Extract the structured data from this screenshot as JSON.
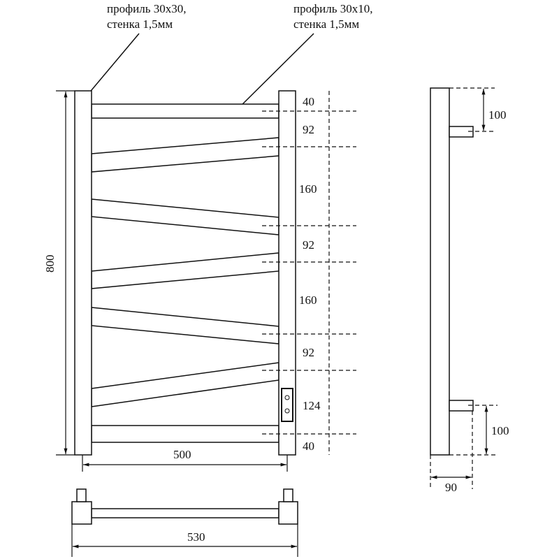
{
  "labels": {
    "profile_post_line1": "профиль 30х30,",
    "profile_post_line2": "стенка 1,5мм",
    "profile_rail_line1": "профиль 30х10,",
    "profile_rail_line2": "стенка 1,5мм"
  },
  "front_view": {
    "height_label": "800",
    "width_label": "500",
    "spacing_labels": [
      "40",
      "92",
      "160",
      "92",
      "160",
      "92",
      "124",
      "40"
    ]
  },
  "side_view": {
    "top_offset_label": "100",
    "bottom_offset_label": "100",
    "depth_label": "90"
  },
  "top_view": {
    "width_label": "530"
  }
}
